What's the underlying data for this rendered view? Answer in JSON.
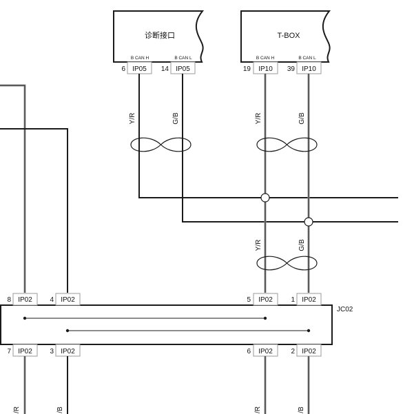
{
  "modules": [
    {
      "title": "诊断接口",
      "pin_label_h": "B CAN H",
      "pin_label_l": "B CAN L"
    },
    {
      "title": "T-BOX",
      "pin_label_h": "B CAN H",
      "pin_label_l": "B CAN L"
    }
  ],
  "top_pins": [
    {
      "num": "6",
      "conn": "IP05"
    },
    {
      "num": "14",
      "conn": "IP05"
    },
    {
      "num": "19",
      "conn": "IP10"
    },
    {
      "num": "39",
      "conn": "IP10"
    }
  ],
  "junction": {
    "name": "JC02",
    "top_pins": [
      {
        "num": "8",
        "conn": "IP02"
      },
      {
        "num": "4",
        "conn": "IP02"
      },
      {
        "num": "5",
        "conn": "IP02"
      },
      {
        "num": "1",
        "conn": "IP02"
      }
    ],
    "bottom_pins": [
      {
        "num": "7",
        "conn": "IP02"
      },
      {
        "num": "3",
        "conn": "IP02"
      },
      {
        "num": "6",
        "conn": "IP02"
      },
      {
        "num": "2",
        "conn": "IP02"
      }
    ]
  },
  "wire_colors": {
    "diag_h": "Y/R",
    "diag_l": "G/B",
    "tbox_h": "Y/R",
    "tbox_l": "G/B",
    "lower_h": "Y/R",
    "lower_l": "G/B",
    "bottom_1": "/R",
    "bottom_2": "/B",
    "bottom_3": "/R",
    "bottom_4": "/B"
  },
  "colors": {
    "wire": "#1a1a1a",
    "wire_grey": "#9a9a9a",
    "box_border": "#9a9a9a"
  }
}
